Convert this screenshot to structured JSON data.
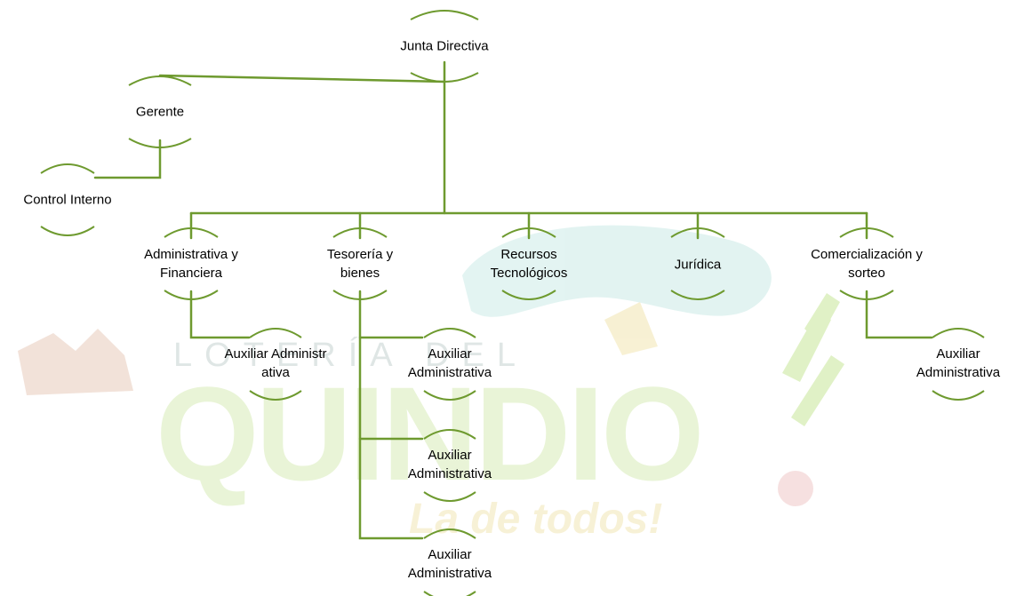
{
  "colors": {
    "connector": "#6e9a2f",
    "watermark_green": "#9ed24f",
    "watermark_cyan": "#a8ddd6",
    "text": "#000000"
  },
  "watermark": {
    "lettering": [
      "LOTERÍA DEL",
      "QUINDIO",
      "La de todos!"
    ],
    "note": "faded lottery logo in background"
  },
  "nodes": {
    "junta": "Junta Directiva",
    "gerente": "Gerente",
    "control": "Control Interno",
    "admin": "Administrativa y Financiera",
    "tesoreria": "Tesorería y bienes",
    "recursos": "Recursos Tecnológicos",
    "juridica": "Jurídica",
    "comercial": "Comercialización y sorteo",
    "aux_admin": "Auxiliar Administr ativa",
    "aux_tes_1": "Auxiliar Administrativa",
    "aux_tes_2": "Auxiliar Administrativa",
    "aux_tes_3": "Auxiliar Administrativa",
    "aux_com": "Auxiliar Administrativa"
  }
}
